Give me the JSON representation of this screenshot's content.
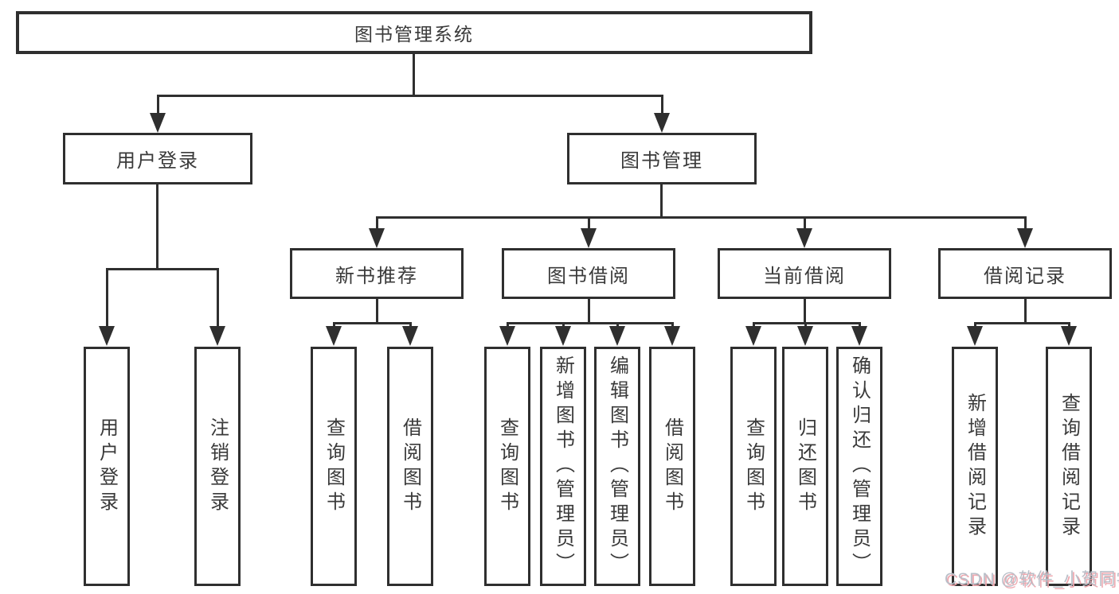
{
  "diagram": {
    "root": "图书管理系统",
    "level2": [
      "用户登录",
      "图书管理"
    ],
    "level3": [
      "新书推荐",
      "图书借阅",
      "当前借阅",
      "借阅记录"
    ],
    "leaves": {
      "user": [
        "用户登录",
        "注销登录"
      ],
      "recommend": [
        "查询图书",
        "借阅图书"
      ],
      "borrow": [
        "查询图书",
        "新增图书（管理员）",
        "编辑图书（管理员）",
        "借阅图书"
      ],
      "current": [
        "查询图书",
        "归还图书",
        "确认归还（管理员）"
      ],
      "records": [
        "新增借阅记录",
        "查询借阅记录"
      ]
    }
  },
  "watermark": {
    "text": "CSDN @软件_小贺同学"
  },
  "colors": {
    "line": "#2f2f2f",
    "text": "#3a3a3a",
    "watermark": "#b9bfc8",
    "watermark_shadow": "#efa9b0",
    "background": "#ffffff"
  }
}
